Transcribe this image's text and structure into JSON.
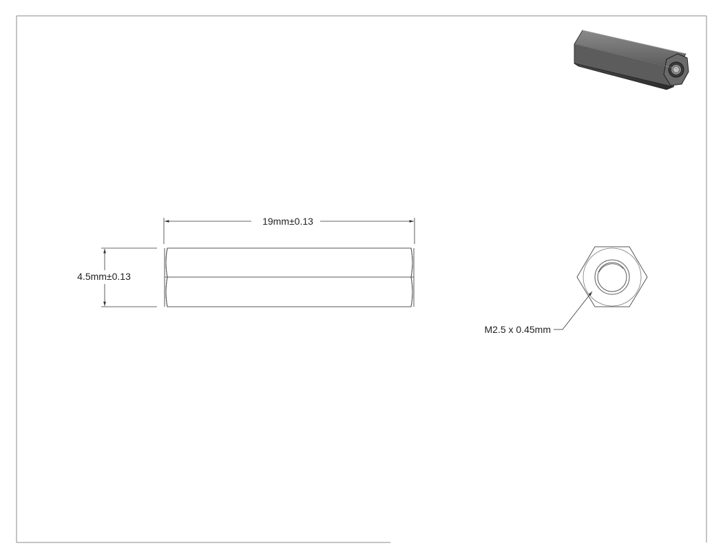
{
  "drawing": {
    "length_dimension": "19mm±0.13",
    "width_dimension": "4.5mm±0.13",
    "thread_callout": "M2.5 x 0.45mm"
  },
  "colors": {
    "line": "#555555",
    "dimension_line": "#333333",
    "text": "#222222",
    "part_dark": "#3f3f3f",
    "part_mid": "#6e6e6e",
    "part_light": "#9a9a9a"
  },
  "icons": {
    "isometric_view": "hex-standoff-3d-icon"
  }
}
